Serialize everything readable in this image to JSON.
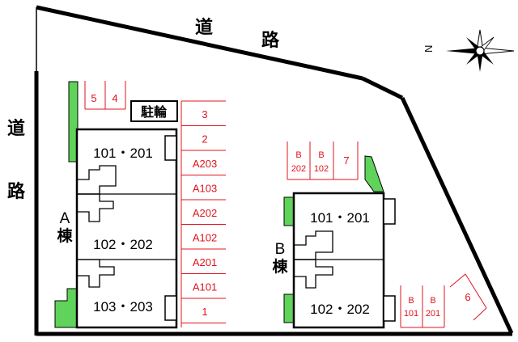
{
  "roads": {
    "top_char1": "道",
    "top_char2": "路",
    "left_char1": "道",
    "left_char2": "路"
  },
  "compass": {
    "label": "N"
  },
  "building_a": {
    "name_char1": "A",
    "name_char2": "棟",
    "units": [
      "101・201",
      "102・202",
      "103・203"
    ]
  },
  "building_b": {
    "name_char1": "B",
    "name_char2": "棟",
    "units": [
      "101・201",
      "102・202"
    ]
  },
  "bike_parking": "駐輪",
  "parking": {
    "a_column": [
      "3",
      "2",
      "A203",
      "A103",
      "A202",
      "A102",
      "A201",
      "A101",
      "1"
    ],
    "top_left": [
      "5",
      "4"
    ],
    "b_top": [
      [
        "B",
        "202"
      ],
      [
        "B",
        "102"
      ]
    ],
    "b_top_seven": "7",
    "b_bottom": [
      [
        "B",
        "101"
      ],
      [
        "B",
        "201"
      ]
    ],
    "b_bottom_six": "6"
  },
  "colors": {
    "parking_line": "#e0141e",
    "green": "#5fd35a",
    "outline": "#000000"
  }
}
